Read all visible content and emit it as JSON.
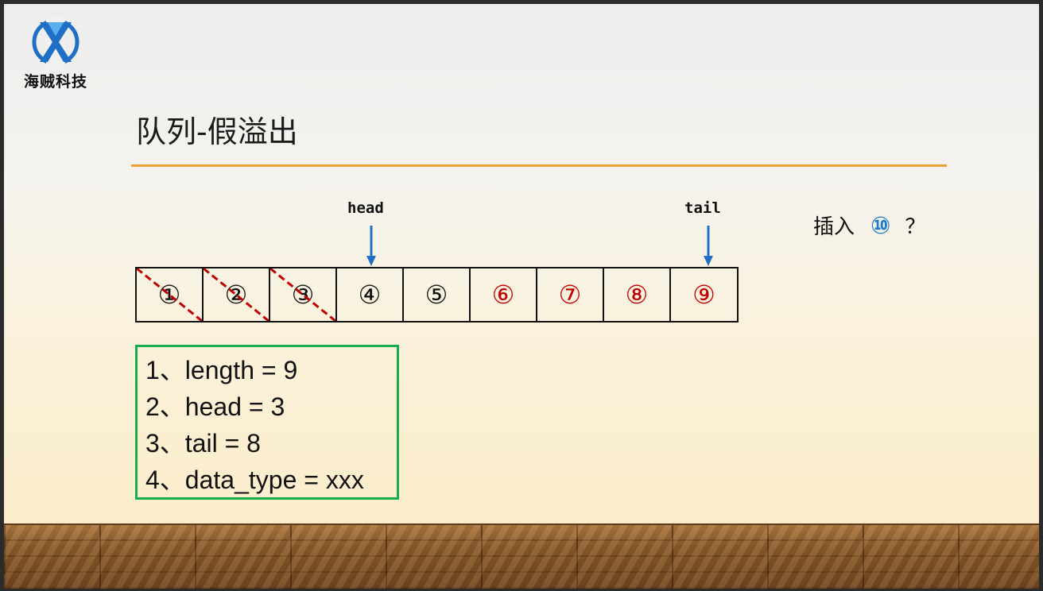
{
  "logo": {
    "text": "海贼科技",
    "colors": {
      "primary": "#1f6fc6",
      "light": "#5ab0ee"
    }
  },
  "title": "队列-假溢出",
  "pointers": {
    "head": "head",
    "tail": "tail",
    "color": "#1f6fc6"
  },
  "queue": {
    "cells": [
      {
        "label": "①",
        "crossed": true,
        "red": false
      },
      {
        "label": "②",
        "crossed": true,
        "red": false
      },
      {
        "label": "③",
        "crossed": true,
        "red": false
      },
      {
        "label": "④",
        "crossed": false,
        "red": false
      },
      {
        "label": "⑤",
        "crossed": false,
        "red": false
      },
      {
        "label": "⑥",
        "crossed": false,
        "red": true
      },
      {
        "label": "⑦",
        "crossed": false,
        "red": true
      },
      {
        "label": "⑧",
        "crossed": false,
        "red": true
      },
      {
        "label": "⑨",
        "crossed": false,
        "red": true
      }
    ],
    "strike_color": "#c00000"
  },
  "insert": {
    "prefix": "插入",
    "number": "⑩",
    "question": "？"
  },
  "info": {
    "lines": [
      "1、length = 9",
      "2、head = 3",
      "3、tail = 8",
      "4、data_type = xxx"
    ],
    "border_color": "#1aab4a"
  }
}
